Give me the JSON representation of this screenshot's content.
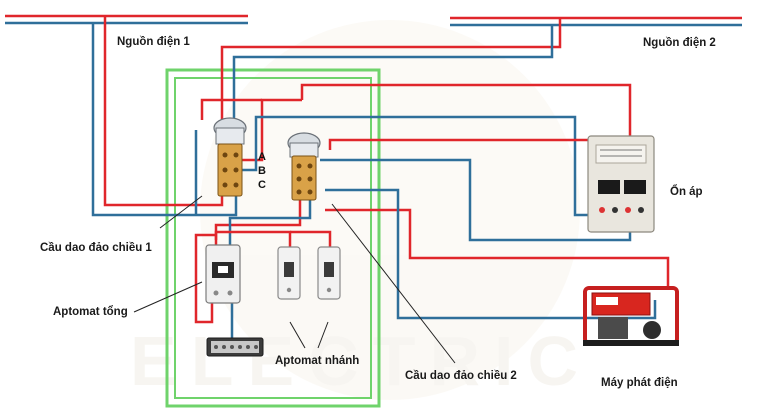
{
  "labels": {
    "source1": "Nguồn điện 1",
    "source2": "Nguồn điện 2",
    "stabilizer": "Ổn áp",
    "switch1": "Cầu dao đảo chiều 1",
    "switch2": "Cầu dao đảo chiều 2",
    "main_breaker": "Aptomat tổng",
    "branch_breaker": "Aptomat nhánh",
    "generator": "Máy phát điện",
    "terminal_a": "A",
    "terminal_b": "B",
    "terminal_c": "C"
  },
  "watermark": "ELECTRIC",
  "colors": {
    "live_wire": "#e0262b",
    "neutral_wire": "#2f6f9a",
    "panel_border": "#6fd36b",
    "leader_line": "#222222"
  }
}
